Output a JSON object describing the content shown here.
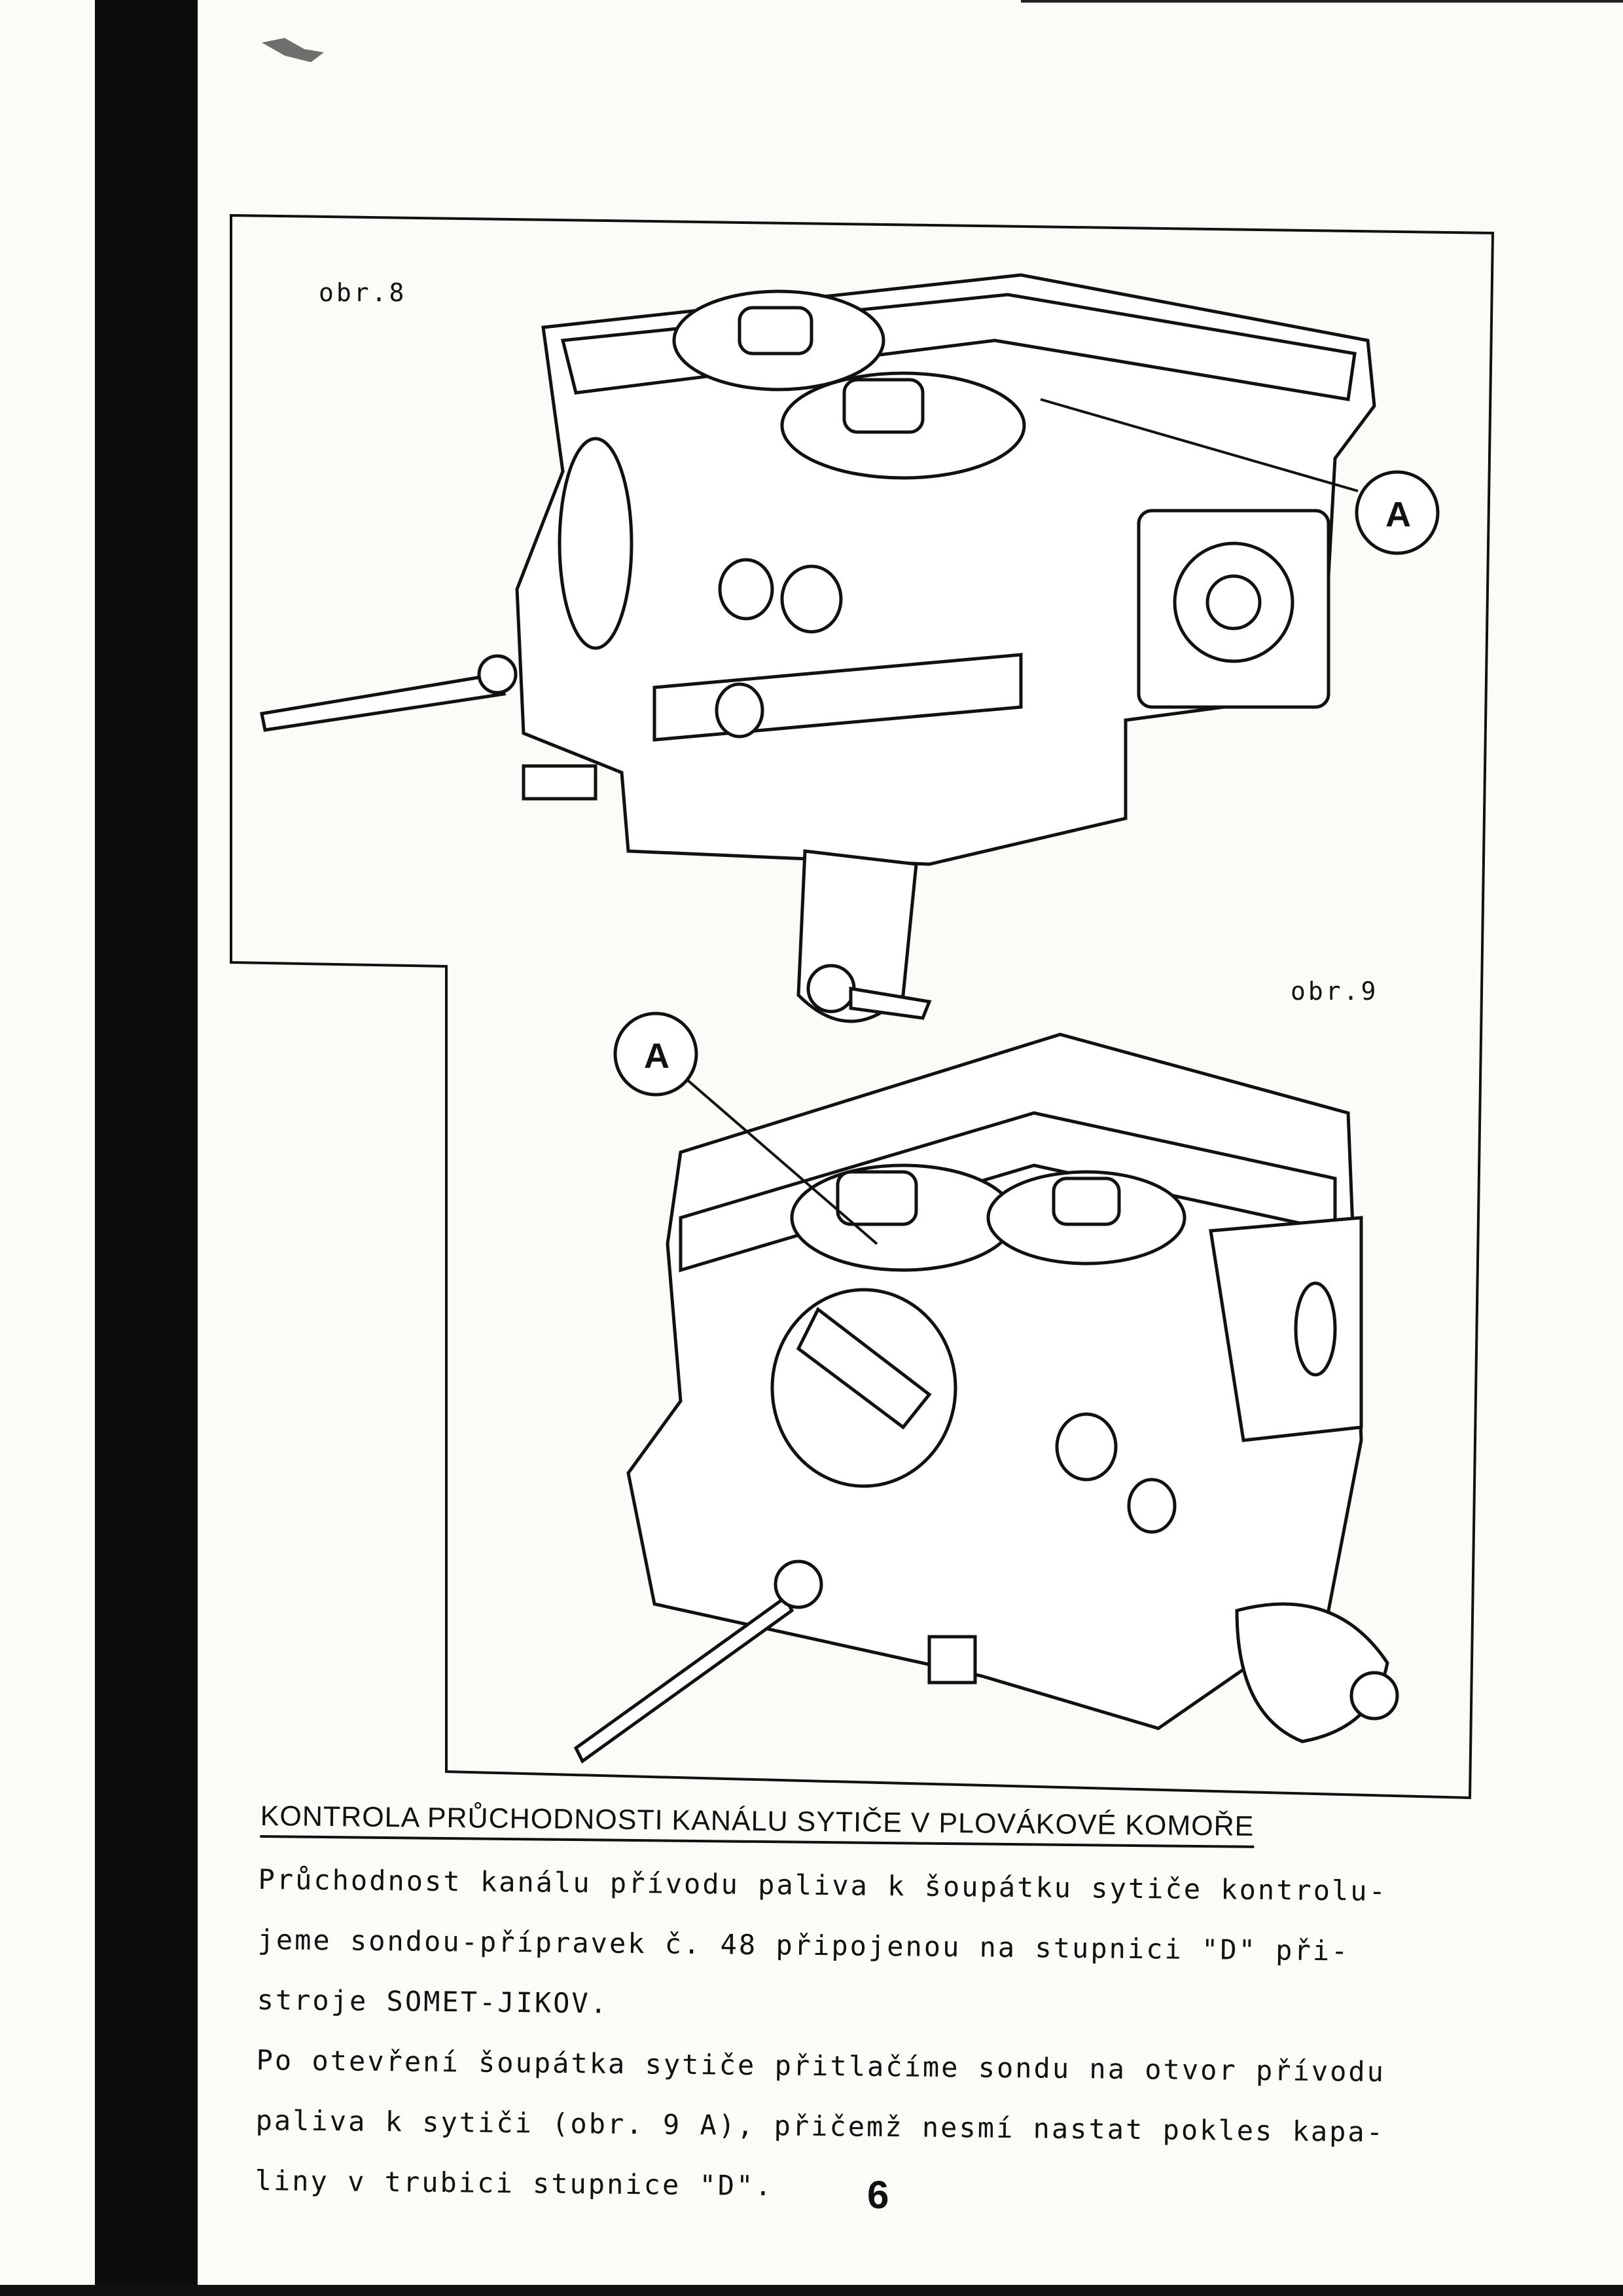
{
  "figures": {
    "fig8_label": "obr.8",
    "fig9_label": "obr.9",
    "callout_fig8": "A",
    "callout_fig9": "A"
  },
  "section": {
    "heading": "KONTROLA PRŮCHODNOSTI KANÁLU SYTIČE V PLOVÁKOVÉ KOMOŘE",
    "lines": [
      "Průchodnost kanálu přívodu paliva k šoupátku sytiče kontrolu-",
      "jeme sondou-přípravek č. 48 připojenou na stupnici \"D\" při-",
      "stroje SOMET-JIKOV.",
      "Po otevření šoupátka sytiče přitlačíme sondu na otvor přívodu",
      "paliva k sytiči (obr. 9 A), přičemž nesmí nastat pokles kapa-",
      "liny v trubici stupnice \"D\"."
    ]
  },
  "page_number": "6"
}
